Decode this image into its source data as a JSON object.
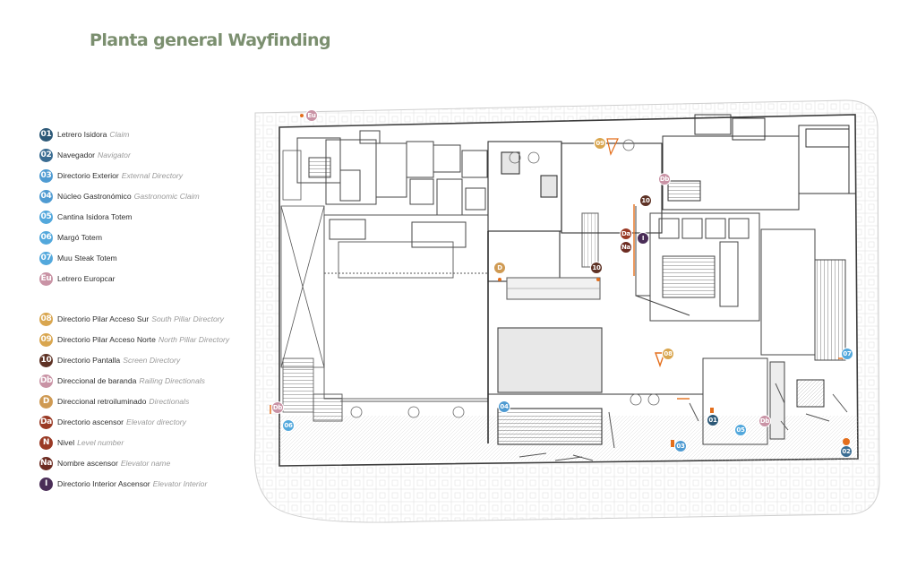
{
  "title": "Planta general Wayfinding",
  "colors": {
    "dark_navy": "#2c5877",
    "medium_blue": "#3f86b8",
    "light_blue": "#53a8dc",
    "pink": "#c993a5",
    "gold": "#cf9a53",
    "gold_light": "#d9a64f",
    "brown": "#5e3225",
    "rust": "#9a3a25",
    "purple": "#4a2d57",
    "orange_pin": "#e46e1b",
    "title_green": "#7b8f6f"
  },
  "legend": [
    {
      "code": "01",
      "label": "Letrero Isidora",
      "en": "Claim",
      "color": "#2c5877"
    },
    {
      "code": "02",
      "label": "Navegador",
      "en": "Navigator",
      "color": "#3a6c92"
    },
    {
      "code": "03",
      "label": "Directorio Exterior",
      "en": "External Directory",
      "color": "#4f9bd2"
    },
    {
      "code": "04",
      "label": "Núcleo Gastronómico",
      "en": "Gastronomic Claim",
      "color": "#4f9bd2"
    },
    {
      "code": "05",
      "label": "Cantina Isidora Totem",
      "en": "",
      "color": "#53a8dc"
    },
    {
      "code": "06",
      "label": "Margó Totem",
      "en": "",
      "color": "#53a8dc"
    },
    {
      "code": "07",
      "label": "Muu Steak Totem",
      "en": "",
      "color": "#53a8dc"
    },
    {
      "code": "Eu",
      "label": "Letrero Europcar",
      "en": "",
      "color": "#c993a5"
    },
    {
      "code": "08",
      "label": "Directorio Pilar Acceso Sur",
      "en": "South Pillar Directory",
      "color": "#d9a64f"
    },
    {
      "code": "09",
      "label": "Directorio Pilar Acceso Norte",
      "en": "North Pillar Directory",
      "color": "#d9a64f"
    },
    {
      "code": "10",
      "label": "Directorio Pantalla",
      "en": "Screen Directory",
      "color": "#5e3225"
    },
    {
      "code": "Db",
      "label": "Direccional de baranda",
      "en": "Railing Directionals",
      "color": "#c993a5"
    },
    {
      "code": "D",
      "label": "Direccional retroiluminado",
      "en": "Directionals",
      "color": "#cf9a53"
    },
    {
      "code": "Da",
      "label": "Directorio ascensor",
      "en": "Elevator directory",
      "color": "#9a3a25"
    },
    {
      "code": "N",
      "label": "Nivel",
      "en": "Level number",
      "color": "#9a3a25"
    },
    {
      "code": "Na",
      "label": "Nombre ascensor",
      "en": "Elevator name",
      "color": "#6d2c22"
    },
    {
      "code": "I",
      "label": "Directorio Interior Ascensor",
      "en": "Elevator Interior",
      "color": "#4a2d57"
    }
  ],
  "markers": [
    {
      "code": "Eu",
      "color": "#c993a5"
    },
    {
      "code": "09",
      "color": "#d9a64f"
    },
    {
      "code": "Db",
      "color": "#c993a5"
    },
    {
      "code": "10",
      "color": "#5e3225"
    },
    {
      "code": "Da",
      "color": "#9a3a25"
    },
    {
      "code": "Na",
      "color": "#6d2c22"
    },
    {
      "code": "I",
      "color": "#4a2d57"
    },
    {
      "code": "D",
      "color": "#cf9a53"
    },
    {
      "code": "10",
      "color": "#5e3225"
    },
    {
      "code": "08",
      "color": "#d9a64f"
    },
    {
      "code": "07",
      "color": "#53a8dc"
    },
    {
      "code": "Db",
      "color": "#c993a5"
    },
    {
      "code": "06",
      "color": "#53a8dc"
    },
    {
      "code": "04",
      "color": "#4f9bd2"
    },
    {
      "code": "01",
      "color": "#2c5877"
    },
    {
      "code": "05",
      "color": "#53a8dc"
    },
    {
      "code": "Db",
      "color": "#c993a5"
    },
    {
      "code": "03",
      "color": "#4f9bd2"
    },
    {
      "code": "02",
      "color": "#3a6c92"
    }
  ]
}
